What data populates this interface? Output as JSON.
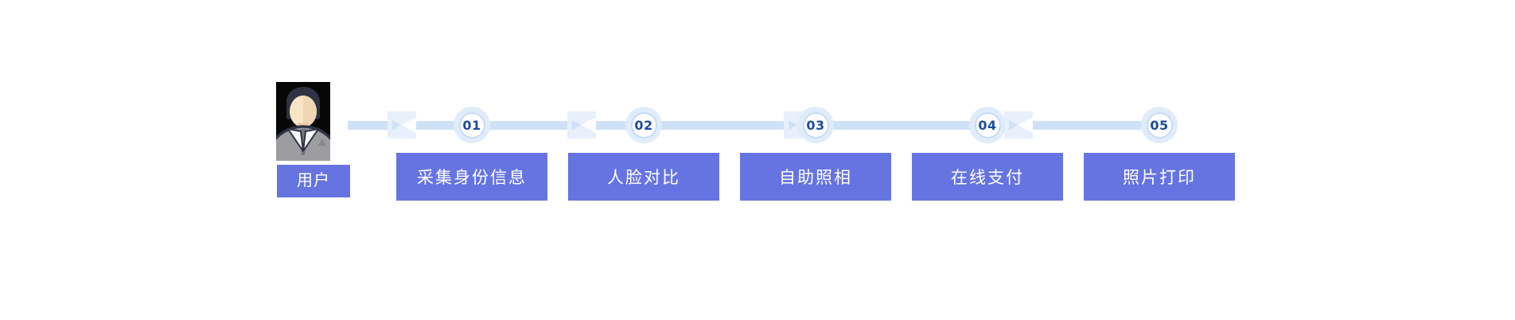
{
  "actor": {
    "label": "用户",
    "icon": "user-avatar"
  },
  "steps": [
    {
      "number": "01",
      "label": "采集身份信息"
    },
    {
      "number": "02",
      "label": "人脸对比"
    },
    {
      "number": "03",
      "label": "自助照相"
    },
    {
      "number": "04",
      "label": "在线支付"
    },
    {
      "number": "05",
      "label": "照片打印"
    }
  ],
  "icons": {
    "flow_markers": "chevron-right-icon"
  },
  "palette": {
    "step_button_bg": "#6674e2",
    "step_button_text": "#ffffff",
    "timeline_line": "#cfe1f6",
    "marker_bg": "#e7f0fb",
    "node_ring": "#e1ecfa",
    "node_border": "#c6dcf5",
    "node_fill": "#ffffff",
    "node_number_text": "#1b4c9e",
    "background": "#ffffff"
  }
}
